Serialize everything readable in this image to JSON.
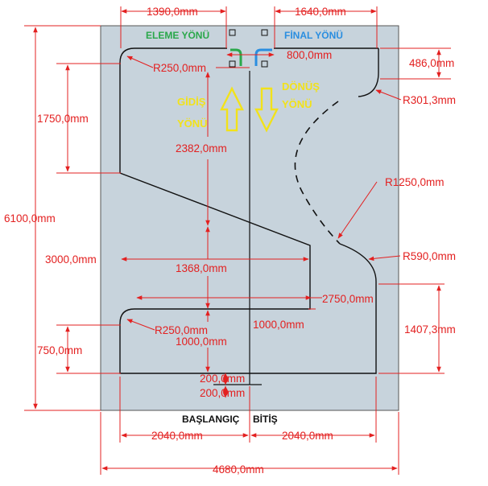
{
  "colors": {
    "board": "#c7d3dc",
    "track": "#111111",
    "dimension": "#e32020",
    "arrow_yellow": "#f2e21a",
    "eleme": "#2aa84a",
    "final": "#2a8ee0"
  },
  "labels": {
    "eleme_yonu": "ELEME YÖNÜ",
    "final_yonu": "FİNAL YÖNÜ",
    "gidis_line1": "GİDİŞ",
    "gidis_line2": "YÖNÜ",
    "donus_line1": "DÖNÜŞ",
    "donus_line2": "YÖNÜ",
    "baslangic": "BAŞLANGIÇ",
    "bitis": "BİTİŞ"
  },
  "dimensions": {
    "top_left_width": "1390,0mm",
    "top_right_width": "1640,0mm",
    "top_gap": "800,0mm",
    "top_right_height": "486,0mm",
    "r_top_left": "R250,0mm",
    "r_top_right": "R301,3mm",
    "left_height": "1750,0mm",
    "center_height": "2382,0mm",
    "total_height": "6100,0mm",
    "r_dashed": "R1250,0mm",
    "r_right_mid": "R590,0mm",
    "left_mid_width": "3000,0mm",
    "center_width": "1368,0mm",
    "right_mid_width": "2750,0mm",
    "r_bottom_left": "R250,0mm",
    "bottom_center_height_a": "1000,0mm",
    "bottom_center_height_b": "1000,0mm",
    "right_bottom_height": "1407,3mm",
    "left_bottom_height": "750,0mm",
    "end_gap_a": "200,0mm",
    "end_gap_b": "200,0mm",
    "bottom_left_width": "2040,0mm",
    "bottom_right_width": "2040,0mm",
    "total_width": "4680,0mm"
  }
}
